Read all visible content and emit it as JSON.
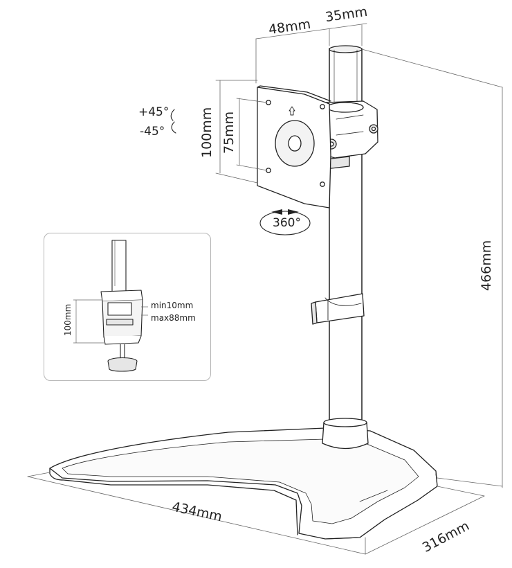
{
  "dimensions": {
    "arm_offset": "48mm",
    "pole_diameter": "35mm",
    "height": "466mm",
    "base_width": "434mm",
    "base_depth": "316mm",
    "vesa_large": "100mm",
    "vesa_small": "75mm"
  },
  "rotation": {
    "tilt_up": "+45°",
    "tilt_down": "-45°",
    "swivel": "360°"
  },
  "clamp_inset": {
    "height": "100mm",
    "min": "min10mm",
    "max": "max88mm"
  },
  "colors": {
    "line": "#222222",
    "dim_line": "#666666",
    "fill": "#ffffff",
    "shade": "#e6e6e6",
    "dark": "#cfcfcf"
  }
}
